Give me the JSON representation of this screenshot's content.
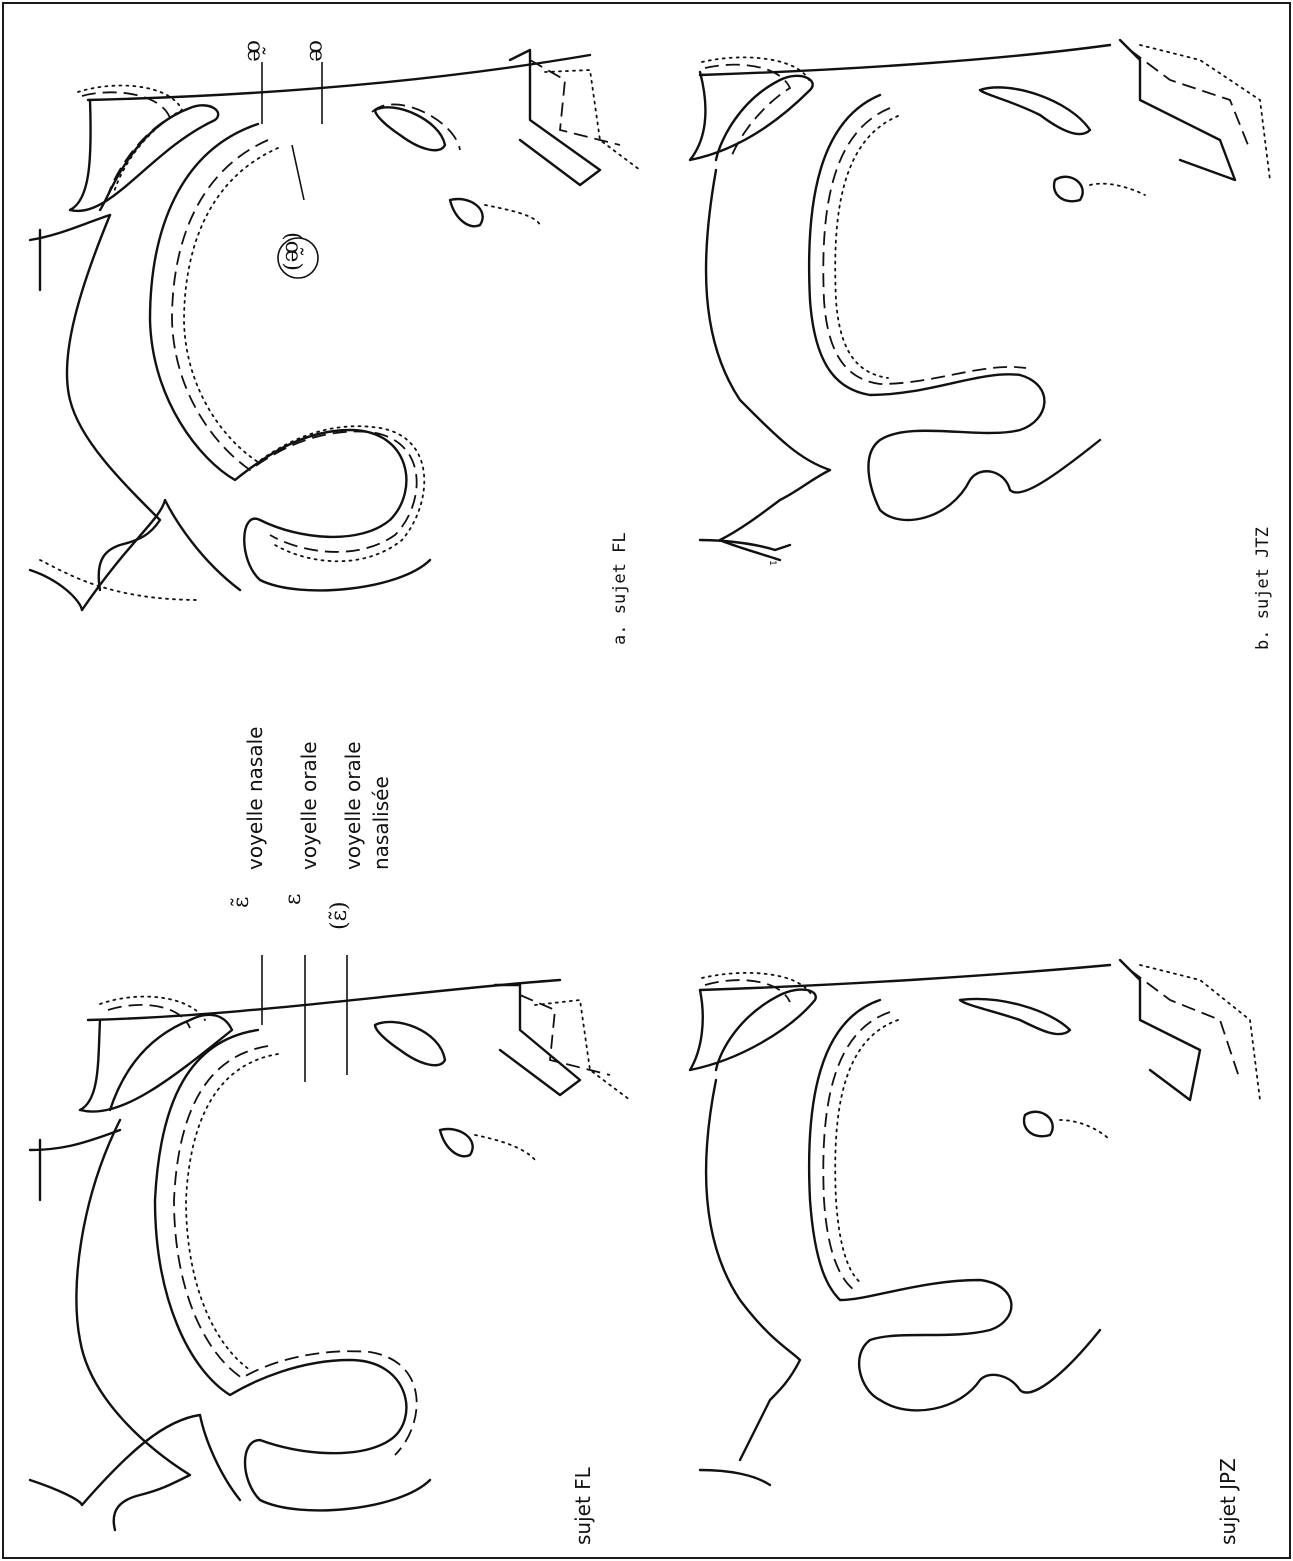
{
  "legend": {
    "nasal_symbol": "ε̃",
    "nasal_label": "voyelle nasale",
    "oral_symbol": "ε",
    "oral_label": "voyelle orale",
    "nasalized_symbol": "(ε̃)",
    "nasalized_label_line1": "voyelle orale",
    "nasalized_label_line2": "nasalisée"
  },
  "panel_a": {
    "caption": "a. sujet FL",
    "symbol_nasal": "œ̃",
    "symbol_oral": "œ",
    "symbol_nasalized": "(œ̃)"
  },
  "panel_b": {
    "caption": "b. sujet JTZ"
  },
  "panel_c": {
    "caption": "sujet FL"
  },
  "panel_d": {
    "caption": "sujet JPZ"
  }
}
